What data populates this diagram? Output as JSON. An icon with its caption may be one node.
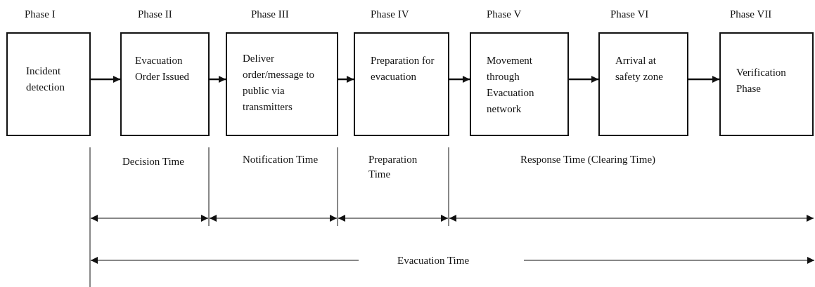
{
  "diagram": {
    "nodes": [
      {
        "text": [
          "Phase I",
          "Incident detection"
        ]
      },
      {
        "text": [
          "Phase II",
          "Evacuation Order Issued"
        ]
      },
      {
        "text": [
          "Phase III",
          "Deliver order/message to public via transmitters"
        ]
      },
      {
        "text": [
          "Phase IV",
          "Preparation for evacuation"
        ]
      },
      {
        "text": [
          "Phase V",
          "Movement through Evacuation network"
        ]
      },
      {
        "text": [
          "Phase VI",
          "Arrival at safety zone"
        ]
      },
      {
        "text": [
          "Phase VII",
          "Verification Phase"
        ]
      }
    ],
    "edges": [
      {
        "from": 0,
        "to": 1,
        "arrow": "to"
      },
      {
        "from": 1,
        "to": 2,
        "arrow": "to"
      },
      {
        "from": 2,
        "to": 3,
        "arrow": "to"
      },
      {
        "from": 3,
        "to": 4,
        "arrow": "to"
      },
      {
        "from": 4,
        "to": 5,
        "arrow": "to"
      },
      {
        "from": 5,
        "to": 6,
        "arrow": "to"
      }
    ],
    "labels": [
      "Decision Time",
      "Notification Time",
      "Preparation Time",
      "Response Time (Clearing Time)",
      "Evacuation Time"
    ]
  }
}
